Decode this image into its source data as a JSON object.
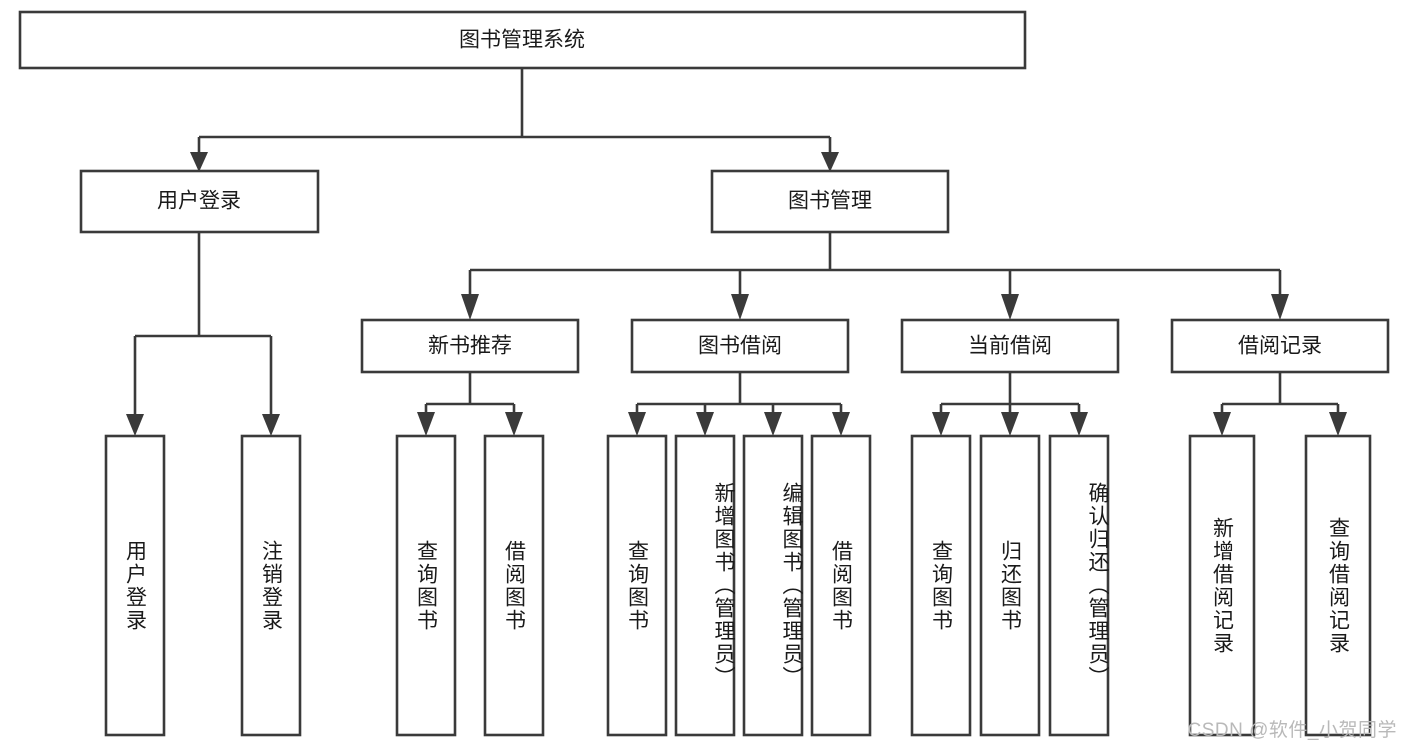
{
  "diagram": {
    "type": "tree-hierarchy",
    "title": "图书管理系统",
    "watermark": "CSDN @软件_小贺同学",
    "colors": {
      "box_stroke": "#3a3a3a",
      "box_fill": "#ffffff",
      "text": "#1a1a1a",
      "background": "#ffffff",
      "watermark": "#b9b9b9"
    },
    "root": {
      "label": "图书管理系统",
      "orientation": "horizontal"
    },
    "level2": [
      {
        "label": "用户登录",
        "orientation": "horizontal"
      },
      {
        "label": "图书管理",
        "orientation": "horizontal"
      }
    ],
    "level3": [
      {
        "label": "新书推荐",
        "orientation": "horizontal",
        "parent": "图书管理"
      },
      {
        "label": "图书借阅",
        "orientation": "horizontal",
        "parent": "图书管理"
      },
      {
        "label": "当前借阅",
        "orientation": "horizontal",
        "parent": "图书管理"
      },
      {
        "label": "借阅记录",
        "orientation": "horizontal",
        "parent": "图书管理"
      }
    ],
    "leaves": [
      {
        "label": "用户登录",
        "orientation": "vertical",
        "parent": "用户登录"
      },
      {
        "label": "注销登录",
        "orientation": "vertical",
        "parent": "用户登录"
      },
      {
        "label": "查询图书",
        "orientation": "vertical",
        "parent": "新书推荐"
      },
      {
        "label": "借阅图书",
        "orientation": "vertical",
        "parent": "新书推荐"
      },
      {
        "label": "查询图书",
        "orientation": "vertical",
        "parent": "图书借阅"
      },
      {
        "label": "新增图书（管理员）",
        "orientation": "vertical",
        "parent": "图书借阅"
      },
      {
        "label": "编辑图书（管理员）",
        "orientation": "vertical",
        "parent": "图书借阅"
      },
      {
        "label": "借阅图书",
        "orientation": "vertical",
        "parent": "图书借阅"
      },
      {
        "label": "查询图书",
        "orientation": "vertical",
        "parent": "当前借阅"
      },
      {
        "label": "归还图书",
        "orientation": "vertical",
        "parent": "当前借阅"
      },
      {
        "label": "确认归还（管理员）",
        "orientation": "vertical",
        "parent": "当前借阅"
      },
      {
        "label": "新增借阅记录",
        "orientation": "vertical",
        "parent": "借阅记录"
      },
      {
        "label": "查询借阅记录",
        "orientation": "vertical",
        "parent": "借阅记录"
      }
    ]
  }
}
